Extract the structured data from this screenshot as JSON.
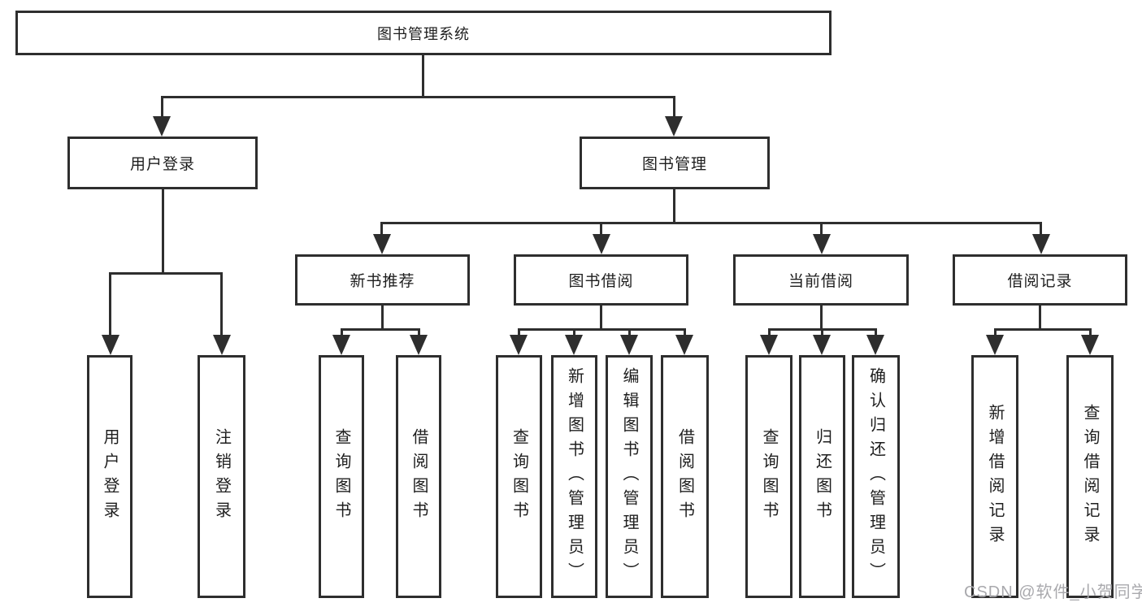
{
  "nodes": {
    "root": "图书管理系统",
    "user_login": "用户登录",
    "book_mgmt": "图书管理",
    "new_books": "新书推荐",
    "book_borrow": "图书借阅",
    "current_borrow": "当前借阅",
    "borrow_records": "借阅记录"
  },
  "leaves": {
    "user_login": [
      "用户登录",
      "注销登录"
    ],
    "new_books": [
      "查询图书",
      "借阅图书"
    ],
    "book_borrow": [
      "查询图书",
      "新增图书（管理员）",
      "编辑图书（管理员）",
      "借阅图书"
    ],
    "current_borrow": [
      "查询图书",
      "归还图书",
      "确认归还（管理员）"
    ],
    "borrow_records": [
      "新增借阅记录",
      "查询借阅记录"
    ]
  },
  "watermark": {
    "text": "CSDN @软件_小贺同学"
  },
  "colors": {
    "line": "#2e2e2e",
    "text": "#1e1e1e",
    "watermark": "#a9a9ad",
    "background": "#ffffff"
  }
}
